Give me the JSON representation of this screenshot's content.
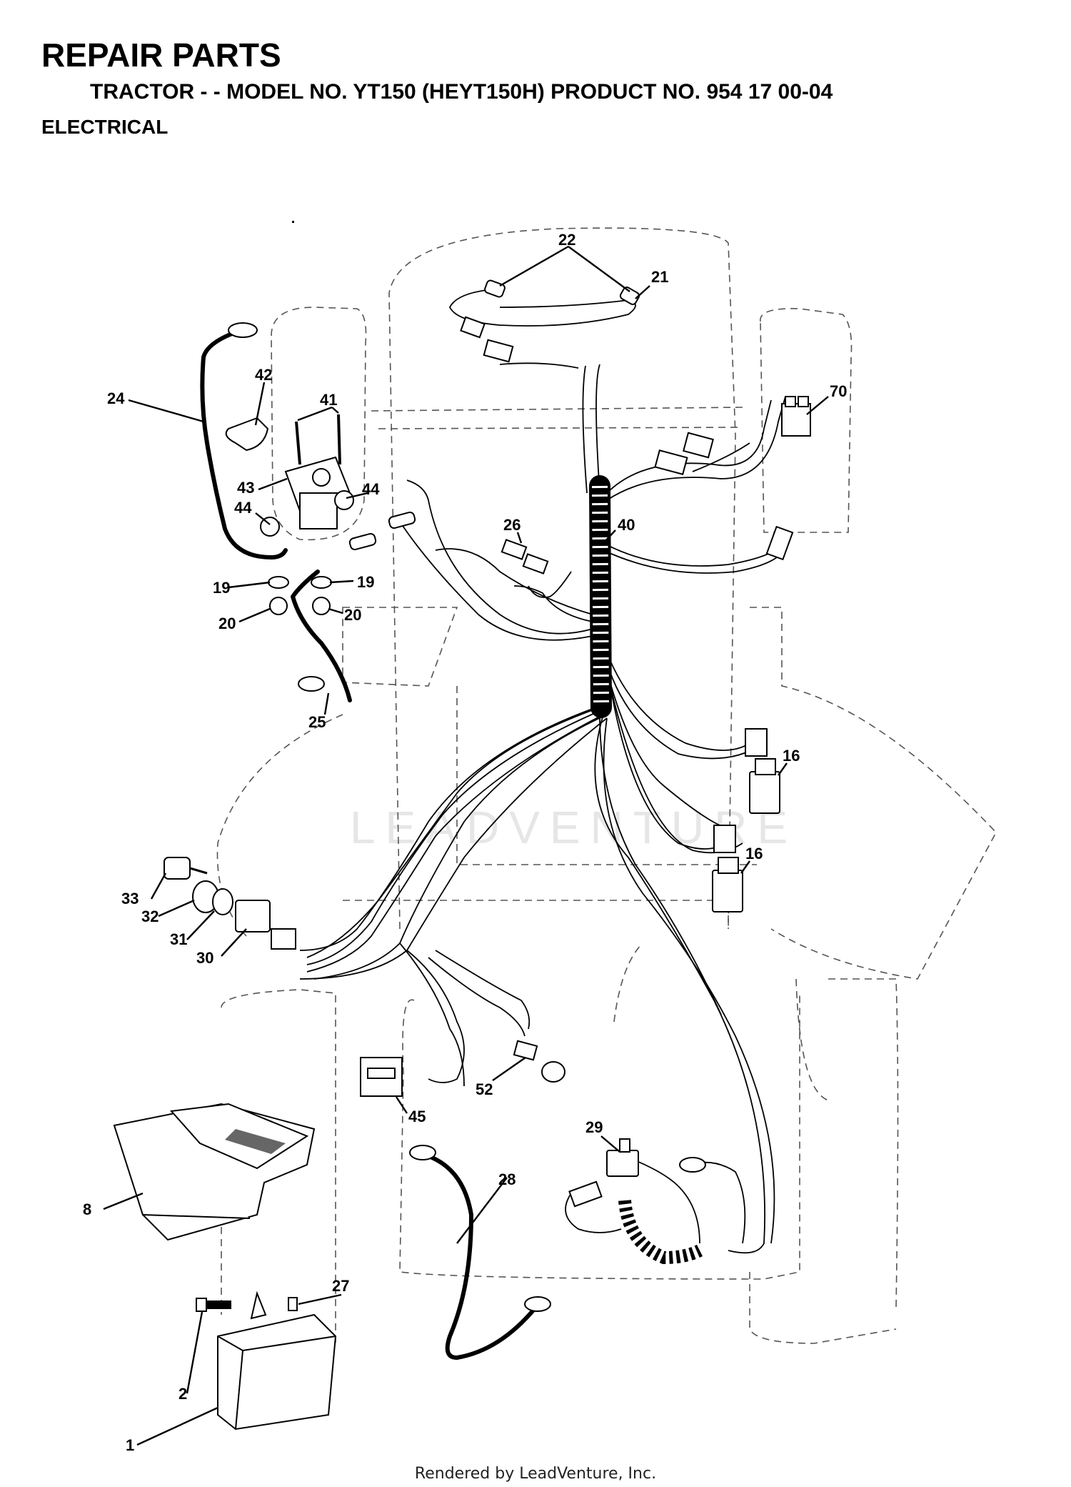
{
  "header": {
    "title": "REPAIR PARTS",
    "subtitle": "TRACTOR - - MODEL NO. YT150 (HEYT150H) PRODUCT NO. 954 17 00-04",
    "section": "ELECTRICAL"
  },
  "watermark": "LEADVENTURE",
  "footer": "Rendered by LeadVenture, Inc.",
  "part_labels": {
    "p1": "1",
    "p2": "2",
    "p8": "8",
    "p16a": "16",
    "p16b": "16",
    "p19a": "19",
    "p19b": "19",
    "p20a": "20",
    "p20b": "20",
    "p21": "21",
    "p22": "22",
    "p24": "24",
    "p25": "25",
    "p26": "26",
    "p27": "27",
    "p28": "28",
    "p29": "29",
    "p30": "30",
    "p31": "31",
    "p32": "32",
    "p33": "33",
    "p40": "40",
    "p41": "41",
    "p42": "42",
    "p43": "43",
    "p44a": "44",
    "p44b": "44",
    "p45": "45",
    "p52": "52",
    "p70": "70"
  }
}
